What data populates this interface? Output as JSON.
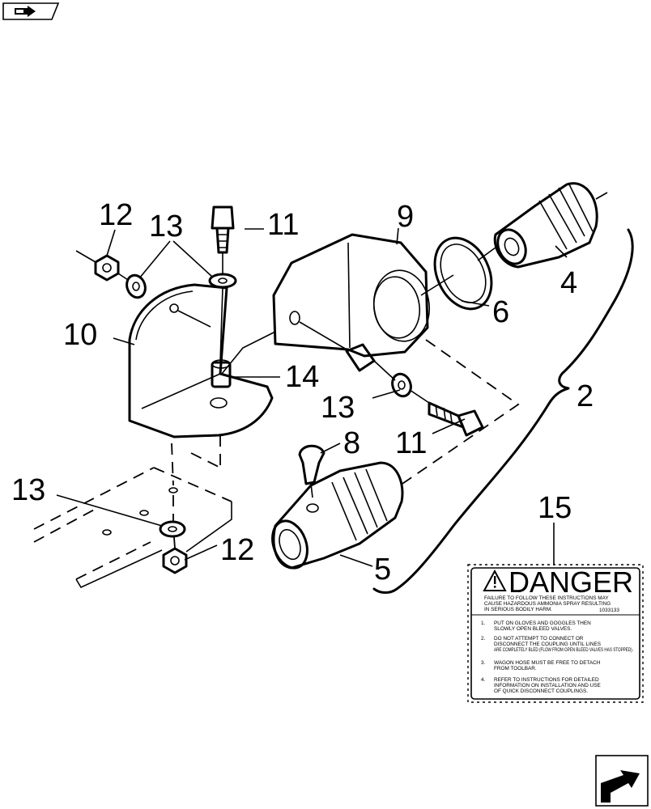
{
  "callouts": {
    "c2": "2",
    "c4": "4",
    "c5": "5",
    "c6": "6",
    "c8": "8",
    "c9": "9",
    "c10": "10",
    "c11a": "11",
    "c11b": "11",
    "c12a": "12",
    "c12b": "12",
    "c13a": "13",
    "c13b": "13",
    "c13c": "13",
    "c14": "14",
    "c15": "15"
  },
  "danger_label": {
    "title": "DANGER",
    "intro_1": "FAILURE TO FOLLOW THESE INSTRUCTIONS MAY",
    "intro_2": "CAUSE HAZARDOUS AMMONIA SPRAY RESULTING",
    "intro_3": "IN SERIOUS BODILY HARM.",
    "part_no": "1033133",
    "items": [
      {
        "n": "1.",
        "line1": "PUT ON GLOVES AND GOGGLES THEN",
        "line2": "SLOWLY OPEN BLEED VALVES.",
        "line3": ""
      },
      {
        "n": "2.",
        "line1": "DO NOT ATTEMPT TO CONNECT OR",
        "line2": "DISCONNECT THE COUPLING UNTIL LINES",
        "line3": "ARE COMPLETELY BLED (FLOW FROM OPEN BLEED VALVES HAS STOPPED)."
      },
      {
        "n": "3.",
        "line1": "WAGON HOSE MUST BE FREE TO DETACH",
        "line2": "FROM TOOLBAR.",
        "line3": ""
      },
      {
        "n": "4.",
        "line1": "REFER TO INSTRUCTIONS FOR DETAILED",
        "line2": "INFORMATION ON INSTALLATION AND USE",
        "line3": "OF QUICK DISCONNECT COUPLINGS."
      }
    ]
  },
  "icons": {
    "top_left": "book-pointer-icon",
    "bottom_right": "next-page-arrow-icon"
  }
}
